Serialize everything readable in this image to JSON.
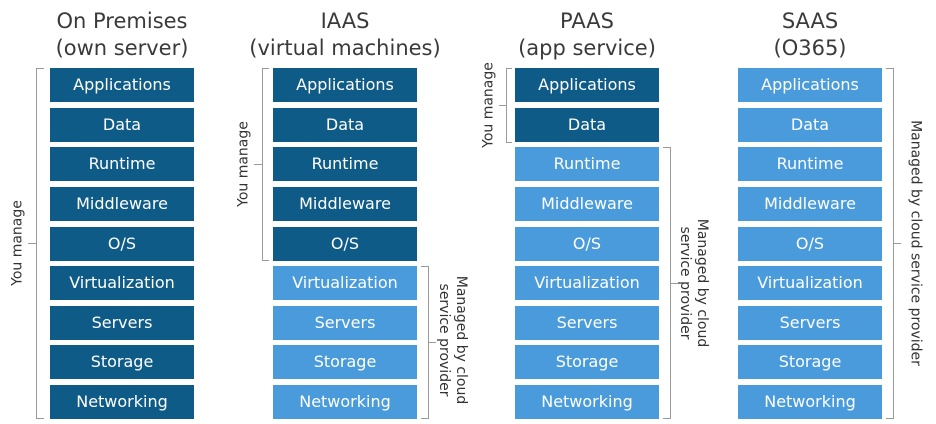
{
  "columns": [
    {
      "title_line1": "On Premises",
      "title_line2": "(own server)",
      "layers": [
        "Applications",
        "Data",
        "Runtime",
        "Middleware",
        "O/S",
        "Virtualization",
        "Servers",
        "Storage",
        "Networking"
      ]
    },
    {
      "title_line1": "IAAS",
      "title_line2": "(virtual machines)",
      "layers": [
        "Applications",
        "Data",
        "Runtime",
        "Middleware",
        "O/S",
        "Virtualization",
        "Servers",
        "Storage",
        "Networking"
      ]
    },
    {
      "title_line1": "PAAS",
      "title_line2": "(app service)",
      "layers": [
        "Applications",
        "Data",
        "Runtime",
        "Middleware",
        "O/S",
        "Virtualization",
        "Servers",
        "Storage",
        "Networking"
      ]
    },
    {
      "title_line1": "SAAS",
      "title_line2": "(O365)",
      "layers": [
        "Applications",
        "Data",
        "Runtime",
        "Middleware",
        "O/S",
        "Virtualization",
        "Servers",
        "Storage",
        "Networking"
      ]
    }
  ],
  "labels": {
    "you_manage": "You manage",
    "managed_line1": "Managed by cloud",
    "managed_line2": "service provider",
    "managed_single": "Managed by cloud service provider"
  },
  "colors": {
    "you_manage": "#0f5b87",
    "provider_managed": "#4a9bdb"
  }
}
